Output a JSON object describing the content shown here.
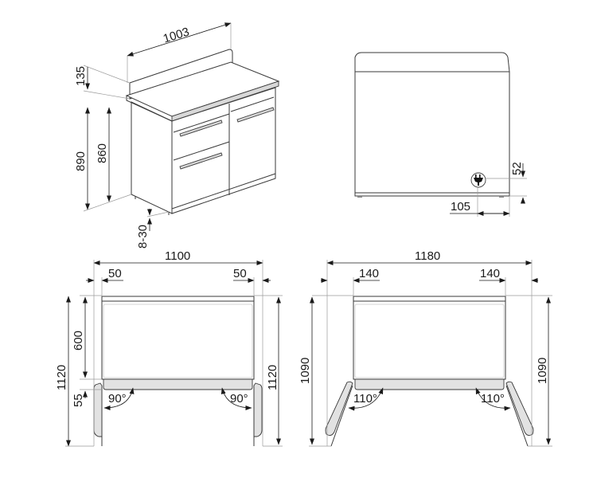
{
  "drawing": {
    "subject": "freestanding cooker dimension drawing",
    "views": {
      "perspective": {
        "width_label": "1003",
        "backguard_label": "135",
        "total_height_label": "890",
        "body_height_label": "860",
        "feet_label": "8-30"
      },
      "rear": {
        "plug_height_label": "52",
        "plug_offset_label": "105",
        "icon": "power-plug-icon"
      },
      "top_90": {
        "overall_width_label": "1100",
        "left_clearance_label": "50",
        "right_clearance_label": "50",
        "depth_label": "600",
        "door_thickness_label": "55",
        "left_height_label": "1120",
        "right_height_label": "1120",
        "left_angle_label": "90°",
        "right_angle_label": "90°"
      },
      "top_110": {
        "overall_width_label": "1180",
        "left_clearance_label": "140",
        "right_clearance_label": "140",
        "left_height_label": "1090",
        "right_height_label": "1090",
        "left_angle_label": "110°",
        "right_angle_label": "110°"
      }
    }
  }
}
